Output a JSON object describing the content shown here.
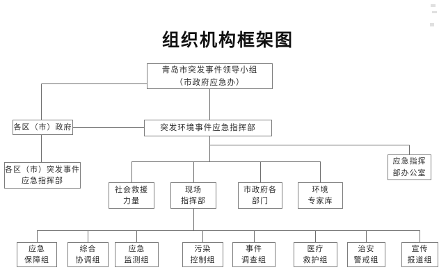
{
  "title": "组织机构框架图",
  "colors": {
    "background": "#ffffff",
    "box_border": "#7d7d7d",
    "connector_line": "#6e6e6e",
    "text": "#2b2b2b"
  },
  "chart_data": {
    "type": "org-chart",
    "title": "组织机构框架图",
    "nodes": {
      "leading_group": [
        "青岛市突发事件领导小组",
        "（市政府应急办）"
      ],
      "district_gov": [
        "各区（市）政府"
      ],
      "env_emergency_hq": [
        "突发环境事件应急指挥部"
      ],
      "district_emergency_hq": [
        "各区（市）突发事件",
        "应急指挥部"
      ],
      "hq_office": [
        "应急指挥",
        "部办公室"
      ],
      "social_rescue": [
        "社会救援",
        "力量"
      ],
      "scene_hq": [
        "现场",
        "指挥部"
      ],
      "gov_departments": [
        "市政府各",
        "部门"
      ],
      "expert_pool": [
        "环境",
        "专家库"
      ],
      "emergency_support": [
        "应急",
        "保障组"
      ],
      "coordination": [
        "综合",
        "协调组"
      ],
      "monitoring": [
        "应急",
        "监测组"
      ],
      "pollution_control": [
        "污染",
        "控制组"
      ],
      "investigation": [
        "事件",
        "调查组"
      ],
      "medical_rescue": [
        "医疗",
        "救护组"
      ],
      "security": [
        "治安",
        "警戒组"
      ],
      "publicity": [
        "宣传",
        "报道组"
      ]
    },
    "edges": [
      [
        "leading_group",
        "district_gov"
      ],
      [
        "leading_group",
        "env_emergency_hq"
      ],
      [
        "district_gov",
        "env_emergency_hq"
      ],
      [
        "district_gov",
        "district_emergency_hq"
      ],
      [
        "env_emergency_hq",
        "hq_office"
      ],
      [
        "env_emergency_hq",
        "social_rescue"
      ],
      [
        "env_emergency_hq",
        "scene_hq"
      ],
      [
        "env_emergency_hq",
        "gov_departments"
      ],
      [
        "env_emergency_hq",
        "expert_pool"
      ],
      [
        "scene_hq",
        "emergency_support"
      ],
      [
        "scene_hq",
        "coordination"
      ],
      [
        "scene_hq",
        "monitoring"
      ],
      [
        "scene_hq",
        "pollution_control"
      ],
      [
        "scene_hq",
        "investigation"
      ],
      [
        "scene_hq",
        "medical_rescue"
      ],
      [
        "scene_hq",
        "security"
      ],
      [
        "scene_hq",
        "publicity"
      ]
    ]
  }
}
